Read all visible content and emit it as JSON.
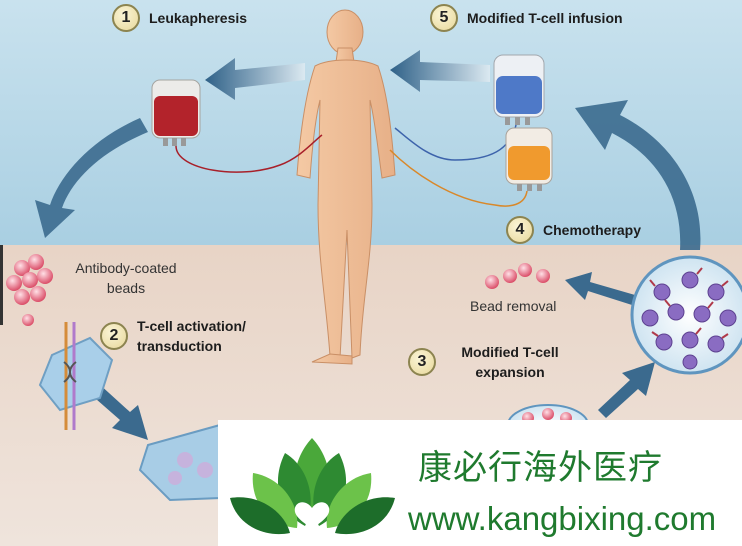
{
  "steps": [
    {
      "num": "1",
      "label": "Leukapheresis"
    },
    {
      "num": "2",
      "label": "T-cell activation/ transduction"
    },
    {
      "num": "3",
      "label": "Modified T-cell expansion"
    },
    {
      "num": "4",
      "label": "Chemotherapy"
    },
    {
      "num": "5",
      "label": "Modified T-cell infusion"
    }
  ],
  "labels": {
    "beads": "Antibody-coated beads",
    "bead_removal": "Bead removal"
  },
  "watermark": {
    "name": "康必行海外医疗",
    "url": "www.kangbixing.com"
  },
  "colors": {
    "blood_bag": "#b3232b",
    "infusion_bag_blue": "#4e79c8",
    "chemo_bag_orange": "#f09a2e",
    "arrow": "#3b6a8e",
    "bead": "#e0506a",
    "cell": "#7a5bb0",
    "watermark_green": "#1f7a2e"
  }
}
